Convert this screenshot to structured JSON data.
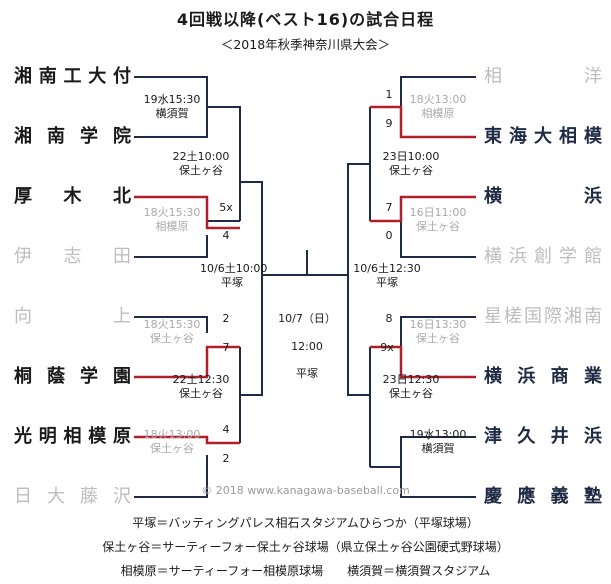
{
  "title": "4回戦以降(ベスト16)の試合日程",
  "subtitle": "＜2018年秋季神奈川県大会＞",
  "left_teams": [
    {
      "name": "湘南工大付",
      "status": "won"
    },
    {
      "name": "湘南学院",
      "status": "won"
    },
    {
      "name": "厚木北",
      "status": "won"
    },
    {
      "name": "伊志田",
      "status": "lost"
    },
    {
      "name": "向上",
      "status": "lost"
    },
    {
      "name": "桐蔭学園",
      "status": "won"
    },
    {
      "name": "光明相模原",
      "status": "won"
    },
    {
      "name": "日大藤沢",
      "status": "lost"
    }
  ],
  "right_teams": [
    {
      "name": "相洋",
      "status": "lost"
    },
    {
      "name": "東海大相模",
      "status": "won"
    },
    {
      "name": "横浜",
      "status": "won"
    },
    {
      "name": "横浜創学館",
      "status": "lost"
    },
    {
      "name": "星槎国際湘南",
      "status": "lost"
    },
    {
      "name": "横浜商業",
      "status": "won"
    },
    {
      "name": "津久井浜",
      "status": "won"
    },
    {
      "name": "慶應義塾",
      "status": "won"
    }
  ],
  "matches": {
    "l1": {
      "date": "19水15:30",
      "venue": "横須賀",
      "played": false
    },
    "l2": {
      "date": "18火15:30",
      "venue": "相模原",
      "played": true,
      "score_top": "5x",
      "score_bottom": "4"
    },
    "l3": {
      "date": "18火15:30",
      "venue": "保土ヶ谷",
      "played": true,
      "score_top": "2",
      "score_bottom": "7"
    },
    "l4": {
      "date": "18火13:00",
      "venue": "保土ヶ谷",
      "played": true,
      "score_top": "4",
      "score_bottom": "2"
    },
    "lq1": {
      "date": "22土10:00",
      "venue": "保土ヶ谷"
    },
    "lq2": {
      "date": "22土12:30",
      "venue": "保土ヶ谷"
    },
    "lsf": {
      "date": "10/6土10:00",
      "venue": "平塚"
    },
    "r1": {
      "date": "18火13:00",
      "venue": "相模原",
      "played": true,
      "score_top": "1",
      "score_bottom": "9"
    },
    "r2": {
      "date": "16日11:00",
      "venue": "保土ヶ谷",
      "played": true,
      "score_top": "7",
      "score_bottom": "0"
    },
    "r3": {
      "date": "16日13:30",
      "venue": "保土ヶ谷",
      "played": true,
      "score_top": "8",
      "score_bottom": "9x"
    },
    "r4": {
      "date": "19水13:00",
      "venue": "横須賀",
      "played": false
    },
    "rq1": {
      "date": "23日10:00",
      "venue": "保土ヶ谷"
    },
    "rq2": {
      "date": "23日12:30",
      "venue": "保土ヶ谷"
    },
    "rsf": {
      "date": "10/6土12:30",
      "venue": "平塚"
    },
    "final": {
      "date": "10/7（日）",
      "time": "12:00",
      "venue": "平塚"
    }
  },
  "copyright": "© 2018 www.kanagawa-baseball.com",
  "legend": [
    "平塚＝バッティングパレス相石スタジアムひらつか（平塚球場）",
    "保土ヶ谷＝サーティーフォー保土ヶ谷球場（県立保土ヶ谷公園硬式野球場）",
    "相模原＝サーティーフォー相模原球場　　横須賀＝横須賀スタジアム"
  ],
  "colors": {
    "line": "#1f2a44",
    "winner_line": "#b0202c",
    "eliminated": "#bdbdbd",
    "info_grey": "#a9a9a9"
  }
}
